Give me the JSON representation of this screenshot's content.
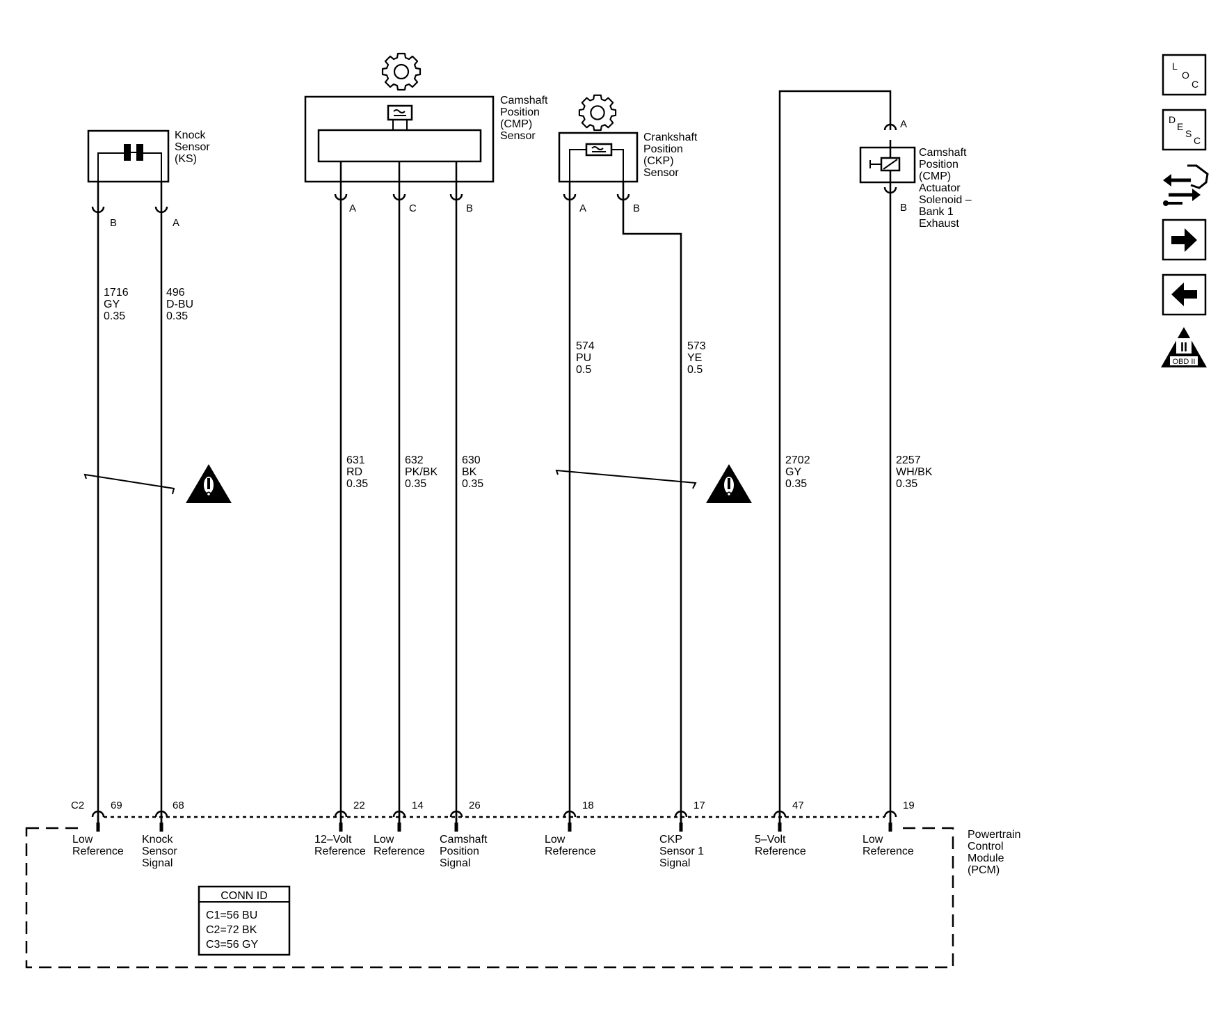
{
  "components": {
    "knock_sensor": [
      "Knock",
      "Sensor",
      "(KS)"
    ],
    "cmp_sensor": [
      "Camshaft",
      "Position",
      "(CMP)",
      "Sensor"
    ],
    "ckp_sensor": [
      "Crankshaft",
      "Position",
      "(CKP)",
      "Sensor"
    ],
    "cmp_actuator": [
      "Camshaft",
      "Position",
      "(CMP)",
      "Actuator",
      "Solenoid –",
      "Bank 1",
      "Exhaust"
    ],
    "pcm": [
      "Powertrain",
      "Control",
      "Module",
      "(PCM)"
    ]
  },
  "connector_pins": {
    "ks_b": "B",
    "ks_a": "A",
    "cmp_a": "A",
    "cmp_c": "C",
    "cmp_b": "B",
    "ckp_a": "A",
    "ckp_b": "B",
    "act_a": "A",
    "act_b": "B"
  },
  "circuits": {
    "c1716": [
      "1716",
      "GY",
      "0.35"
    ],
    "c496": [
      "496",
      "D-BU",
      "0.35"
    ],
    "c631": [
      "631",
      "RD",
      "0.35"
    ],
    "c632": [
      "632",
      "PK/BK",
      "0.35"
    ],
    "c630": [
      "630",
      "BK",
      "0.35"
    ],
    "c574": [
      "574",
      "PU",
      "0.5"
    ],
    "c573": [
      "573",
      "YE",
      "0.5"
    ],
    "c2702": [
      "2702",
      "GY",
      "0.35"
    ],
    "c2257": [
      "2257",
      "WH/BK",
      "0.35"
    ]
  },
  "pcm": {
    "connector": "C2",
    "pins": [
      "69",
      "68",
      "22",
      "14",
      "26",
      "18",
      "17",
      "47",
      "19"
    ],
    "terminals": {
      "t69": [
        "Low",
        "Reference"
      ],
      "t68": [
        "Knock",
        "Sensor",
        "Signal"
      ],
      "t22": [
        "12–Volt",
        "Reference"
      ],
      "t14": [
        "Low",
        "Reference"
      ],
      "t26": [
        "Camshaft",
        "Position",
        "Signal"
      ],
      "t18": [
        "Low",
        "Reference"
      ],
      "t17": [
        "CKP",
        "Sensor 1",
        "Signal"
      ],
      "t47": [
        "5–Volt",
        "Reference"
      ],
      "t19": [
        "Low",
        "Reference"
      ]
    }
  },
  "conn_id": {
    "title": "CONN ID",
    "rows": [
      "C1=56 BU",
      "C2=72 BK",
      "C3=56 GY"
    ]
  },
  "nav": {
    "loc": [
      "L",
      "O",
      "C"
    ],
    "desc": [
      "D",
      "E",
      "S",
      "C"
    ],
    "obd": "OBD II",
    "obd_roman": "II"
  },
  "icons": [
    "gear-icon",
    "caution-icon",
    "schematic-flow-icon",
    "next-arrow-icon",
    "back-arrow-icon",
    "obd-ii-icon"
  ]
}
